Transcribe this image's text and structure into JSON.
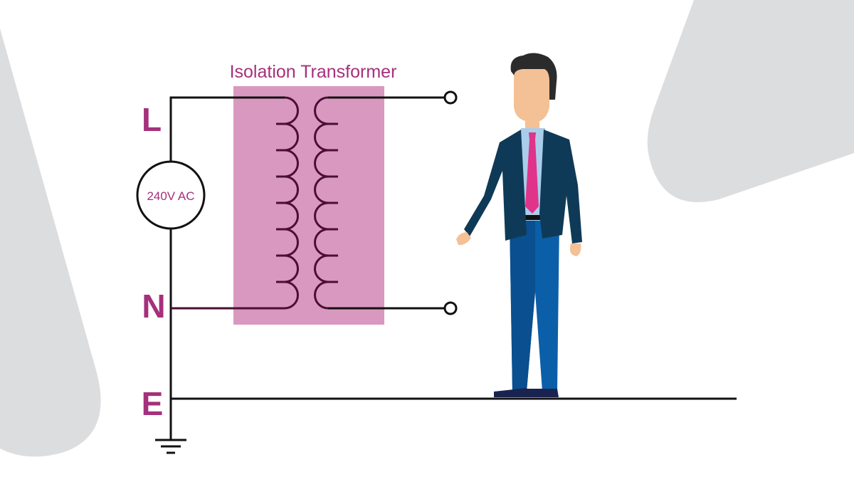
{
  "title": "Isolation Transformer",
  "source_label": "240V AC",
  "terminals": {
    "live": "L",
    "neutral": "N",
    "earth": "E"
  },
  "colors": {
    "accent": "#a5307c",
    "transformer_fill": "#d998bf",
    "coil": "#4a0f33",
    "wire": "#111111",
    "background_shape": "#dcdddf",
    "suit": "#0f3a57",
    "trousers": "#0b5fa8",
    "tie": "#e0338a",
    "shirt": "#a9cdea",
    "skin": "#f4c095",
    "hair": "#2b2b2b"
  }
}
